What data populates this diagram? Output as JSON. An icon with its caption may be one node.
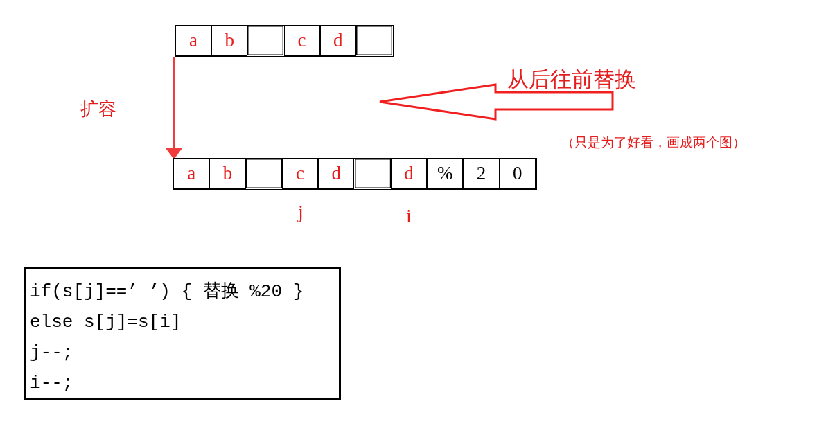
{
  "diagram": {
    "nodes": [
      {
        "text": [],
        "shape": "bar"
      },
      {
        "text": [
          "a"
        ],
        "in": 0
      },
      {
        "text": [
          "b"
        ],
        "in": 0
      },
      {
        "text": [],
        "shape": "box",
        "in": 0
      },
      {
        "text": [
          "c"
        ],
        "in": 0
      },
      {
        "text": [
          "d"
        ],
        "in": 0
      },
      {
        "text": [],
        "shape": "box",
        "in": 0
      },
      {
        "text": [],
        "shape": "bar"
      },
      {
        "text": [
          "a"
        ],
        "in": 7
      },
      {
        "text": [
          "b"
        ],
        "in": 7
      },
      {
        "text": [],
        "shape": "box",
        "in": 7
      },
      {
        "text": [
          "c"
        ],
        "in": 7
      },
      {
        "text": [
          "d"
        ],
        "in": 7
      },
      {
        "text": [],
        "shape": "box",
        "in": 7
      },
      {
        "text": [
          "d"
        ],
        "in": 7
      },
      {
        "text": [
          "%"
        ],
        "in": 7
      },
      {
        "text": [
          "2"
        ],
        "in": 7
      },
      {
        "text": [
          "0"
        ],
        "in": 7
      },
      {
        "text": [
          "if(s[j]==’ ’) { 替换 %20 }",
          "else s[j]=s[i]",
          "j--;",
          "i--;"
        ]
      }
    ],
    "edges": [
      {
        "from": 0,
        "to": 7,
        "arrow": "to",
        "label": "扩容"
      }
    ],
    "labels": [
      "从后往前替换",
      "（只是为了好看，画成两个图）",
      "j",
      "i"
    ]
  }
}
